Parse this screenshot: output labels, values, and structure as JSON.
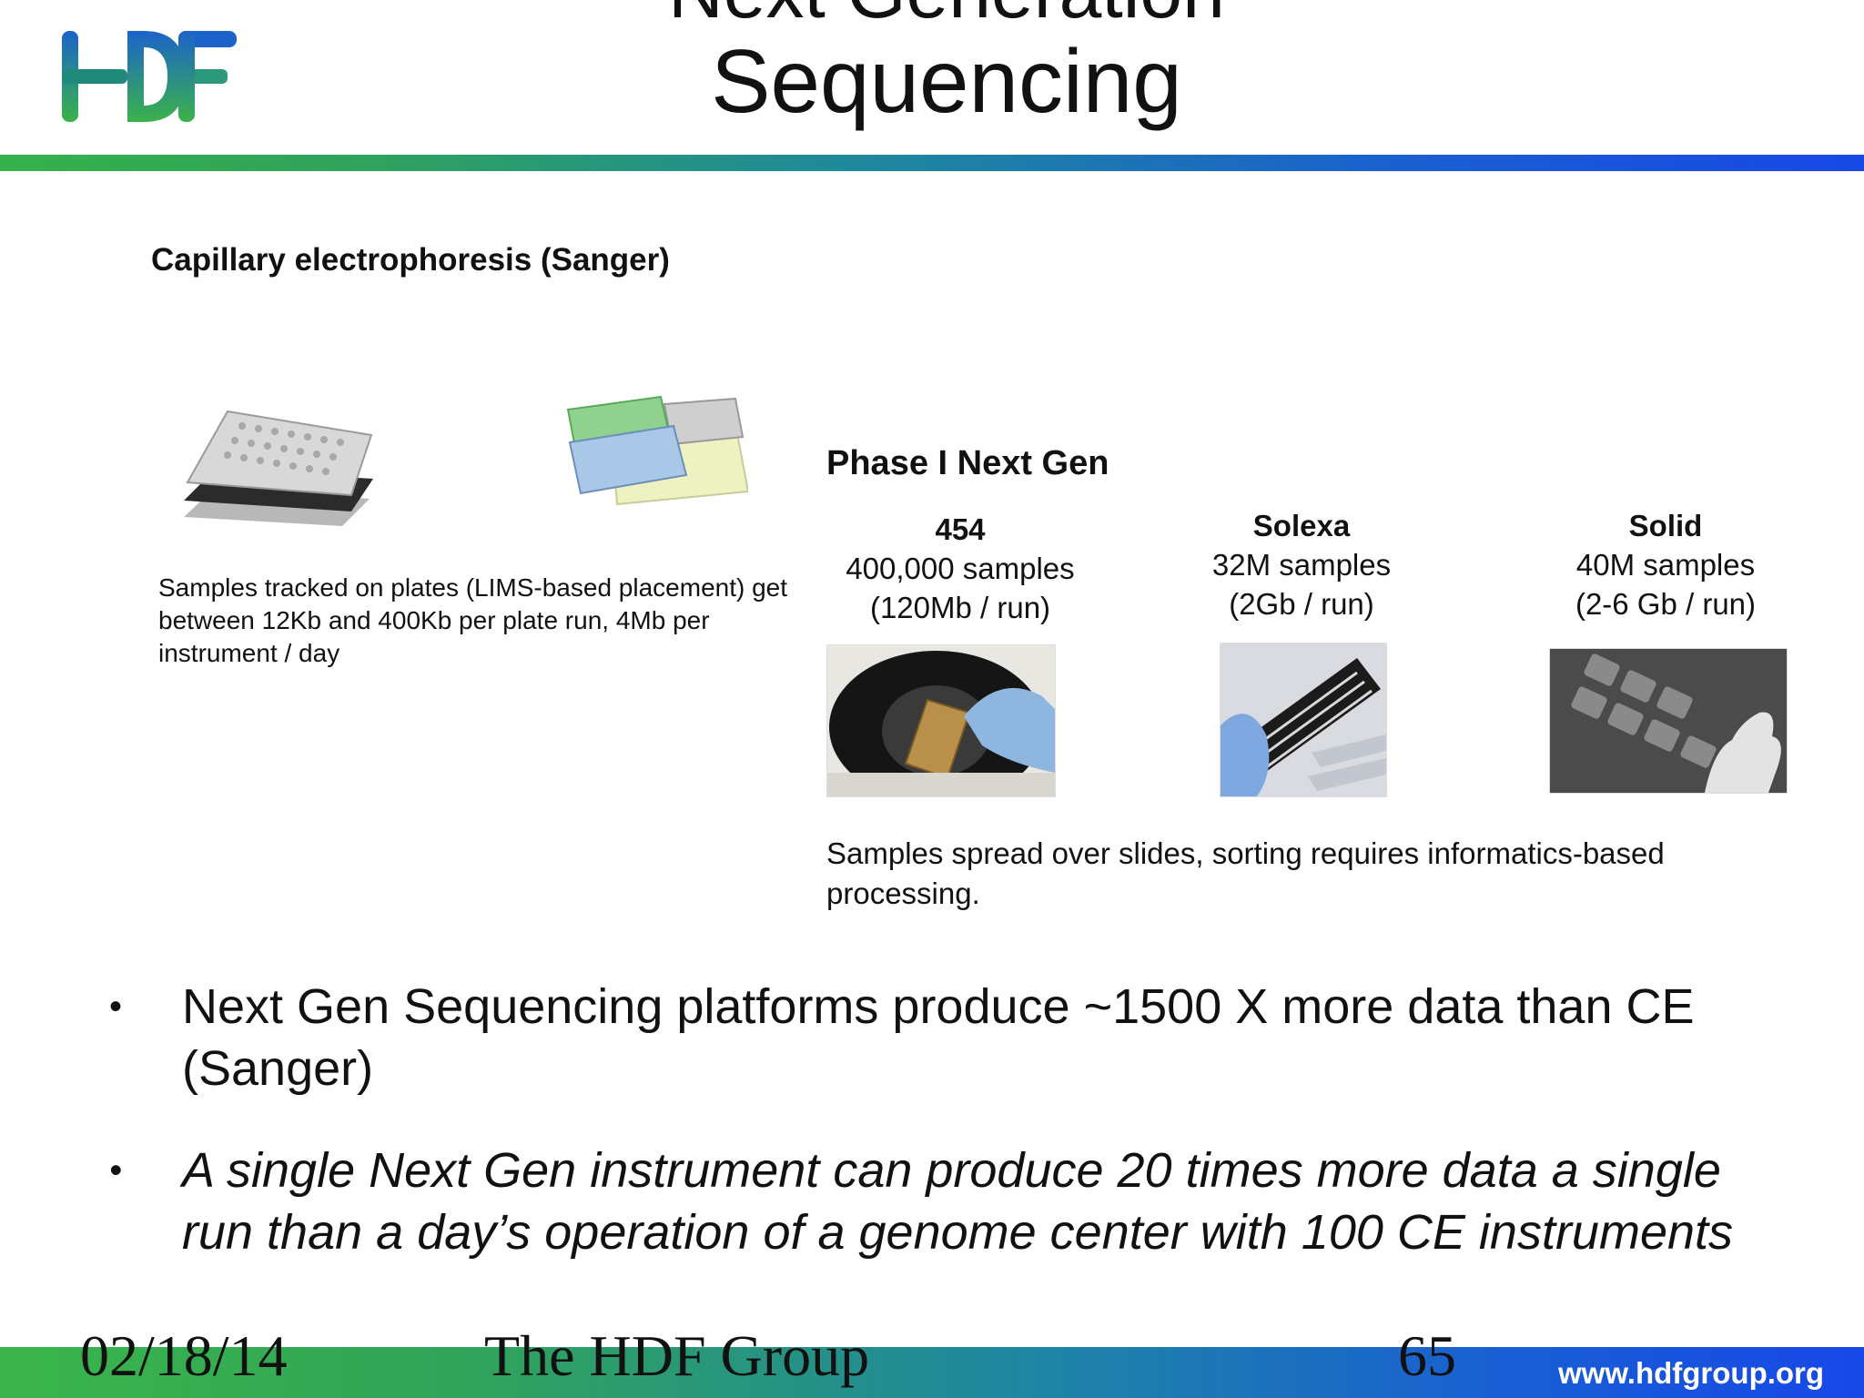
{
  "header": {
    "logo_text": "HDF",
    "title_partial": "Next Generation",
    "title": "Sequencing"
  },
  "content": {
    "ce_heading": "Capillary electrophoresis (Sanger)",
    "ce_description": "Samples tracked on plates (LIMS-based placement) get between 12Kb and 400Kb per plate run, 4Mb per instrument / day",
    "ng_heading": "Phase I Next Gen",
    "platforms": [
      {
        "name": "454",
        "samples": "400,000 samples",
        "rate": "(120Mb / run)"
      },
      {
        "name": "Solexa",
        "samples": "32M samples",
        "rate": "(2Gb / run)"
      },
      {
        "name": "Solid",
        "samples": "40M samples",
        "rate": "(2-6 Gb / run)"
      }
    ],
    "ng_description": "Samples spread over slides, sorting requires informatics-based processing."
  },
  "bullets": [
    {
      "marker": "•",
      "text": "Next Gen Sequencing platforms produce ~1500 X more data than CE (Sanger)"
    },
    {
      "marker": "•",
      "text": "A single Next Gen instrument can produce 20 times more data a single run than a day’s operation of a genome center with 100 CE instruments"
    }
  ],
  "footer": {
    "date": "02/18/14",
    "group": "The HDF Group",
    "page": "65",
    "url": "www.hdfgroup.org"
  },
  "colors": {
    "logo_blue": "#1b63c9",
    "logo_green": "#3bb34a",
    "rule_start": "#35b14a",
    "rule_end": "#1848e6"
  }
}
